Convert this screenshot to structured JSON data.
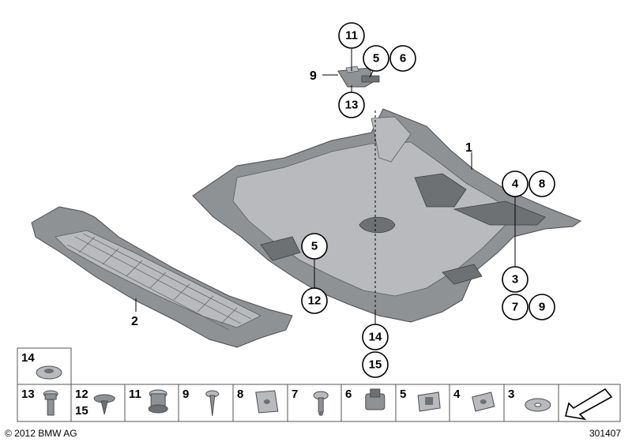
{
  "callouts": {
    "c11_top": "11",
    "c5_top": "5",
    "c6_top": "6",
    "c9_top": "9",
    "c13_top": "13",
    "c1": "1",
    "c4": "4",
    "c8": "8",
    "c3": "3",
    "c7": "7",
    "c9_right": "9",
    "c5_mid": "5",
    "c12": "12",
    "c2": "2",
    "c14": "14",
    "c15": "15"
  },
  "legend": {
    "top_cell": "14",
    "cells": [
      {
        "num": "13",
        "icon": "bolt-flange-icon"
      },
      {
        "num": "12",
        "num2": "15",
        "icon": "expanding-rivet-icon"
      },
      {
        "num": "11",
        "icon": "grommet-nut-icon"
      },
      {
        "num": "9",
        "icon": "screw-icon"
      },
      {
        "num": "8",
        "icon": "spring-nut-icon"
      },
      {
        "num": "7",
        "icon": "rivet-pin-icon"
      },
      {
        "num": "6",
        "icon": "clip-nut-icon"
      },
      {
        "num": "5",
        "icon": "speed-nut-icon"
      },
      {
        "num": "4",
        "icon": "u-clip-icon"
      },
      {
        "num": "3",
        "icon": "washer-icon"
      },
      {
        "num": "",
        "icon": "arrow-direction-icon"
      }
    ]
  },
  "footer": {
    "copyright": "© 2012 BMW AG",
    "diagram_number": "301407"
  },
  "colors": {
    "part_fill": "#8f9295",
    "outline": "#000000"
  }
}
